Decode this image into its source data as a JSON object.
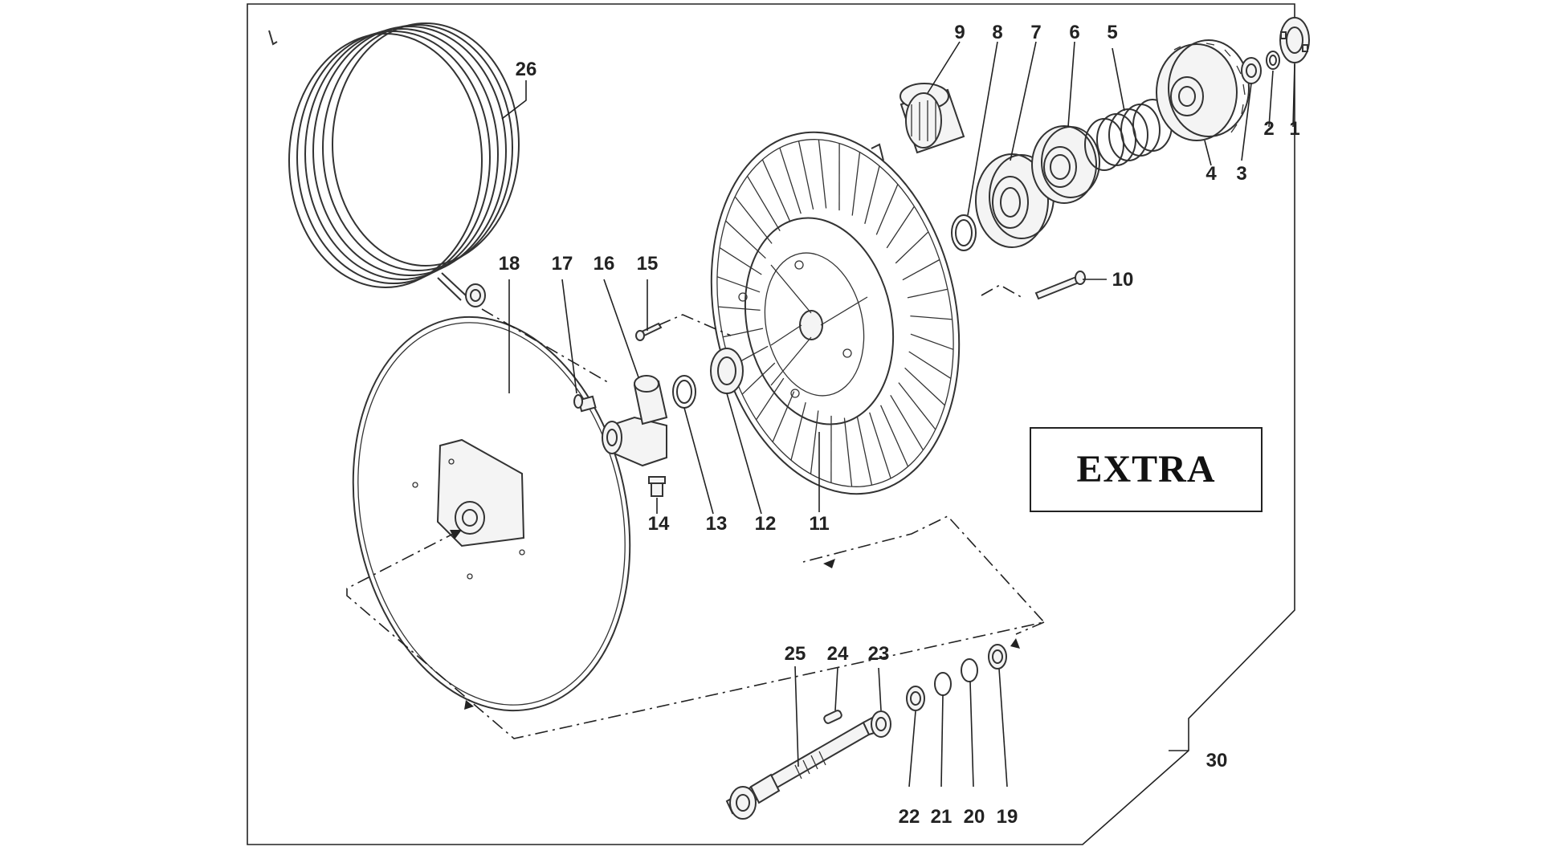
{
  "stamp_text": "EXTRA",
  "callouts": [
    {
      "id": "1",
      "label": "1"
    },
    {
      "id": "2",
      "label": "2"
    },
    {
      "id": "3",
      "label": "3"
    },
    {
      "id": "4",
      "label": "4"
    },
    {
      "id": "5",
      "label": "5"
    },
    {
      "id": "6",
      "label": "6"
    },
    {
      "id": "7",
      "label": "7"
    },
    {
      "id": "8",
      "label": "8"
    },
    {
      "id": "9",
      "label": "9"
    },
    {
      "id": "10",
      "label": "10"
    },
    {
      "id": "11",
      "label": "11"
    },
    {
      "id": "12",
      "label": "12"
    },
    {
      "id": "13",
      "label": "13"
    },
    {
      "id": "14",
      "label": "14"
    },
    {
      "id": "15",
      "label": "15"
    },
    {
      "id": "16",
      "label": "16"
    },
    {
      "id": "17",
      "label": "17"
    },
    {
      "id": "18",
      "label": "18"
    },
    {
      "id": "19",
      "label": "19"
    },
    {
      "id": "20",
      "label": "20"
    },
    {
      "id": "21",
      "label": "21"
    },
    {
      "id": "22",
      "label": "22"
    },
    {
      "id": "23",
      "label": "23"
    },
    {
      "id": "24",
      "label": "24"
    },
    {
      "id": "25",
      "label": "25"
    },
    {
      "id": "26",
      "label": "26"
    },
    {
      "id": "30",
      "label": "30"
    }
  ],
  "colors": {
    "line": "#333333",
    "background": "#ffffff"
  }
}
